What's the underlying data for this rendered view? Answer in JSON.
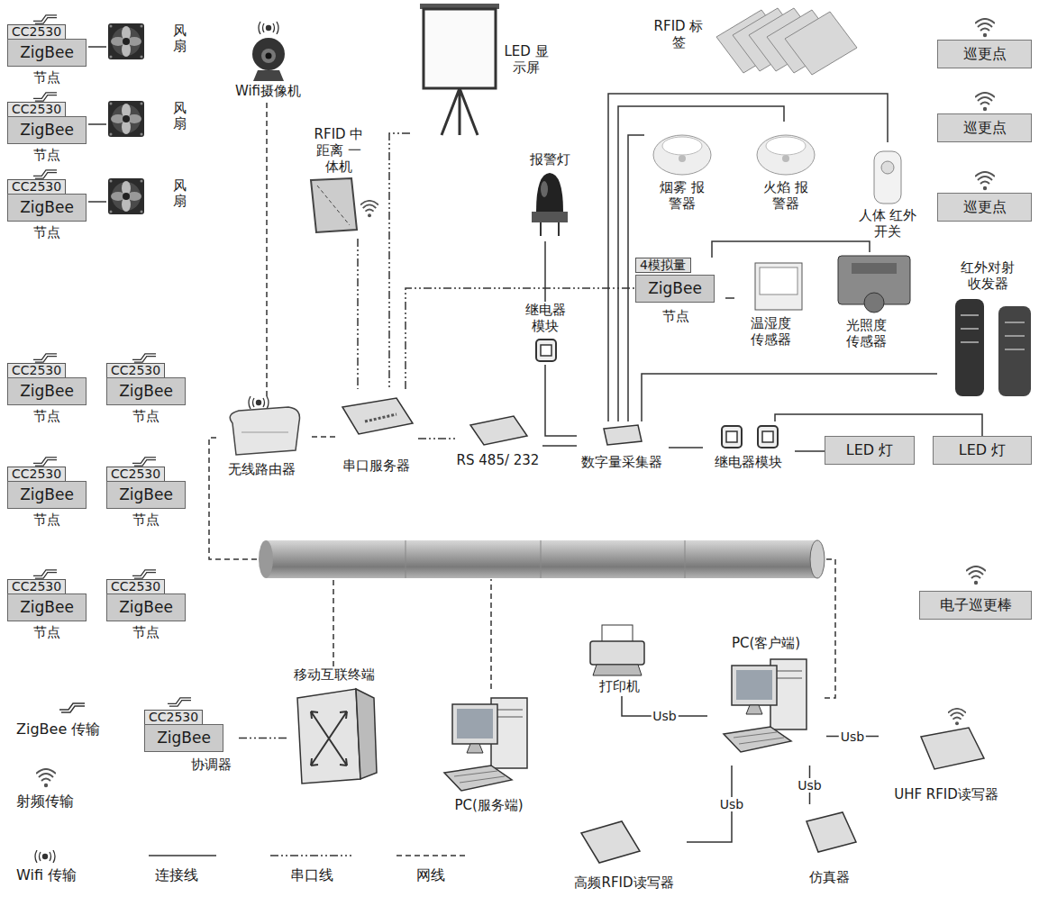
{
  "diagram": {
    "nodes": [
      {
        "text": [
          "CC2530",
          "ZigBee",
          "节点"
        ]
      },
      {
        "text": [
          "风扇"
        ]
      },
      {
        "text": [
          "Wifi摄像机"
        ]
      },
      {
        "text": [
          "LED 显示屏"
        ]
      },
      {
        "text": [
          "RFID 标签"
        ]
      },
      {
        "text": [
          "巡更点"
        ]
      },
      {
        "text": [
          "CC2530",
          "ZigBee",
          "节点"
        ]
      },
      {
        "text": [
          "风扇"
        ]
      },
      {
        "text": [
          "RFID 中距离 一体机"
        ]
      },
      {
        "text": [
          "报警灯"
        ]
      },
      {
        "text": [
          "烟雾 报警器"
        ]
      },
      {
        "text": [
          "火焰 报警器"
        ]
      },
      {
        "text": [
          "人体 红外开关"
        ]
      },
      {
        "text": [
          "巡更点"
        ]
      },
      {
        "text": [
          "CC2530",
          "ZigBee",
          "节点"
        ]
      },
      {
        "text": [
          "风扇"
        ]
      },
      {
        "text": [
          "巡更点"
        ]
      },
      {
        "text": [
          "继电器 模块"
        ]
      },
      {
        "text": [
          "4模拟量",
          "ZigBee",
          "节点"
        ]
      },
      {
        "text": [
          "温湿度 传感器"
        ]
      },
      {
        "text": [
          "光照度 传感器"
        ]
      },
      {
        "text": [
          "红外对射 收发器"
        ]
      },
      {
        "text": [
          "CC2530",
          "ZigBee",
          "节点"
        ]
      },
      {
        "text": [
          "CC2530",
          "ZigBee",
          "节点"
        ]
      },
      {
        "text": [
          "无线路由器"
        ]
      },
      {
        "text": [
          "串口服务器"
        ]
      },
      {
        "text": [
          "RS 485/ 232"
        ]
      },
      {
        "text": [
          "数字量采集器"
        ]
      },
      {
        "text": [
          "继电器模块"
        ]
      },
      {
        "text": [
          "LED 灯"
        ]
      },
      {
        "text": [
          "LED 灯"
        ]
      },
      {
        "text": [
          "CC2530",
          "ZigBee",
          "节点"
        ]
      },
      {
        "text": [
          "CC2530",
          "ZigBee",
          "节点"
        ]
      },
      {
        "text": [
          "电子巡更棒"
        ]
      },
      {
        "text": [
          "CC2530",
          "ZigBee",
          "节点"
        ]
      },
      {
        "text": [
          "CC2530",
          "ZigBee",
          "节点"
        ]
      },
      {
        "text": [
          "打印机"
        ]
      },
      {
        "text": [
          "PC(客户端)"
        ]
      },
      {
        "text": [
          "CC2530",
          "ZigBee",
          "协调器"
        ]
      },
      {
        "text": [
          "移动互联终端"
        ]
      },
      {
        "text": [
          "PC(服务端)"
        ]
      },
      {
        "text": [
          "UHF RFID读写器"
        ]
      },
      {
        "text": [
          "高频RFID读写器"
        ]
      },
      {
        "text": [
          "仿真器"
        ]
      }
    ],
    "edges": [
      {
        "from": 0,
        "to": 1,
        "arrow": "none"
      },
      {
        "from": 6,
        "to": 7,
        "arrow": "none"
      },
      {
        "from": 14,
        "to": 15,
        "arrow": "none"
      },
      {
        "from": 2,
        "to": 24,
        "arrow": "none"
      },
      {
        "from": 8,
        "to": 25,
        "arrow": "none"
      },
      {
        "from": 3,
        "to": 25,
        "arrow": "none"
      },
      {
        "from": 25,
        "to": 24,
        "arrow": "none"
      },
      {
        "from": 25,
        "to": 26,
        "arrow": "none"
      },
      {
        "from": 26,
        "to": 27,
        "arrow": "none"
      },
      {
        "from": 25,
        "to": 18,
        "arrow": "none"
      },
      {
        "from": 9,
        "to": 17,
        "arrow": "none"
      },
      {
        "from": 17,
        "to": 27,
        "arrow": "none"
      },
      {
        "from": 10,
        "to": 27,
        "arrow": "none"
      },
      {
        "from": 11,
        "to": 27,
        "arrow": "none"
      },
      {
        "from": 12,
        "to": 27,
        "arrow": "none"
      },
      {
        "from": 21,
        "to": 27,
        "arrow": "none"
      },
      {
        "from": 27,
        "to": 28,
        "arrow": "none"
      },
      {
        "from": 28,
        "to": 29,
        "arrow": "none"
      },
      {
        "from": 28,
        "to": 30,
        "arrow": "none"
      },
      {
        "from": 18,
        "to": 19,
        "arrow": "none"
      },
      {
        "from": 18,
        "to": 20,
        "arrow": "none"
      },
      {
        "from": 38,
        "to": 39,
        "arrow": "none"
      },
      {
        "from": 36,
        "to": 37,
        "label": "Usb",
        "arrow": "none"
      },
      {
        "from": 42,
        "to": 37,
        "label": "Usb",
        "arrow": "none"
      },
      {
        "from": 41,
        "to": 37,
        "label": "Usb",
        "arrow": "none"
      },
      {
        "from": 43,
        "to": 37,
        "label": "Usb",
        "arrow": "none"
      }
    ],
    "legend": [
      {
        "text": "ZigBee 传输"
      },
      {
        "text": "射频传输"
      },
      {
        "text": "Wifi 传输"
      },
      {
        "text": "连接线"
      },
      {
        "text": "串口线"
      },
      {
        "text": "网线"
      }
    ]
  }
}
